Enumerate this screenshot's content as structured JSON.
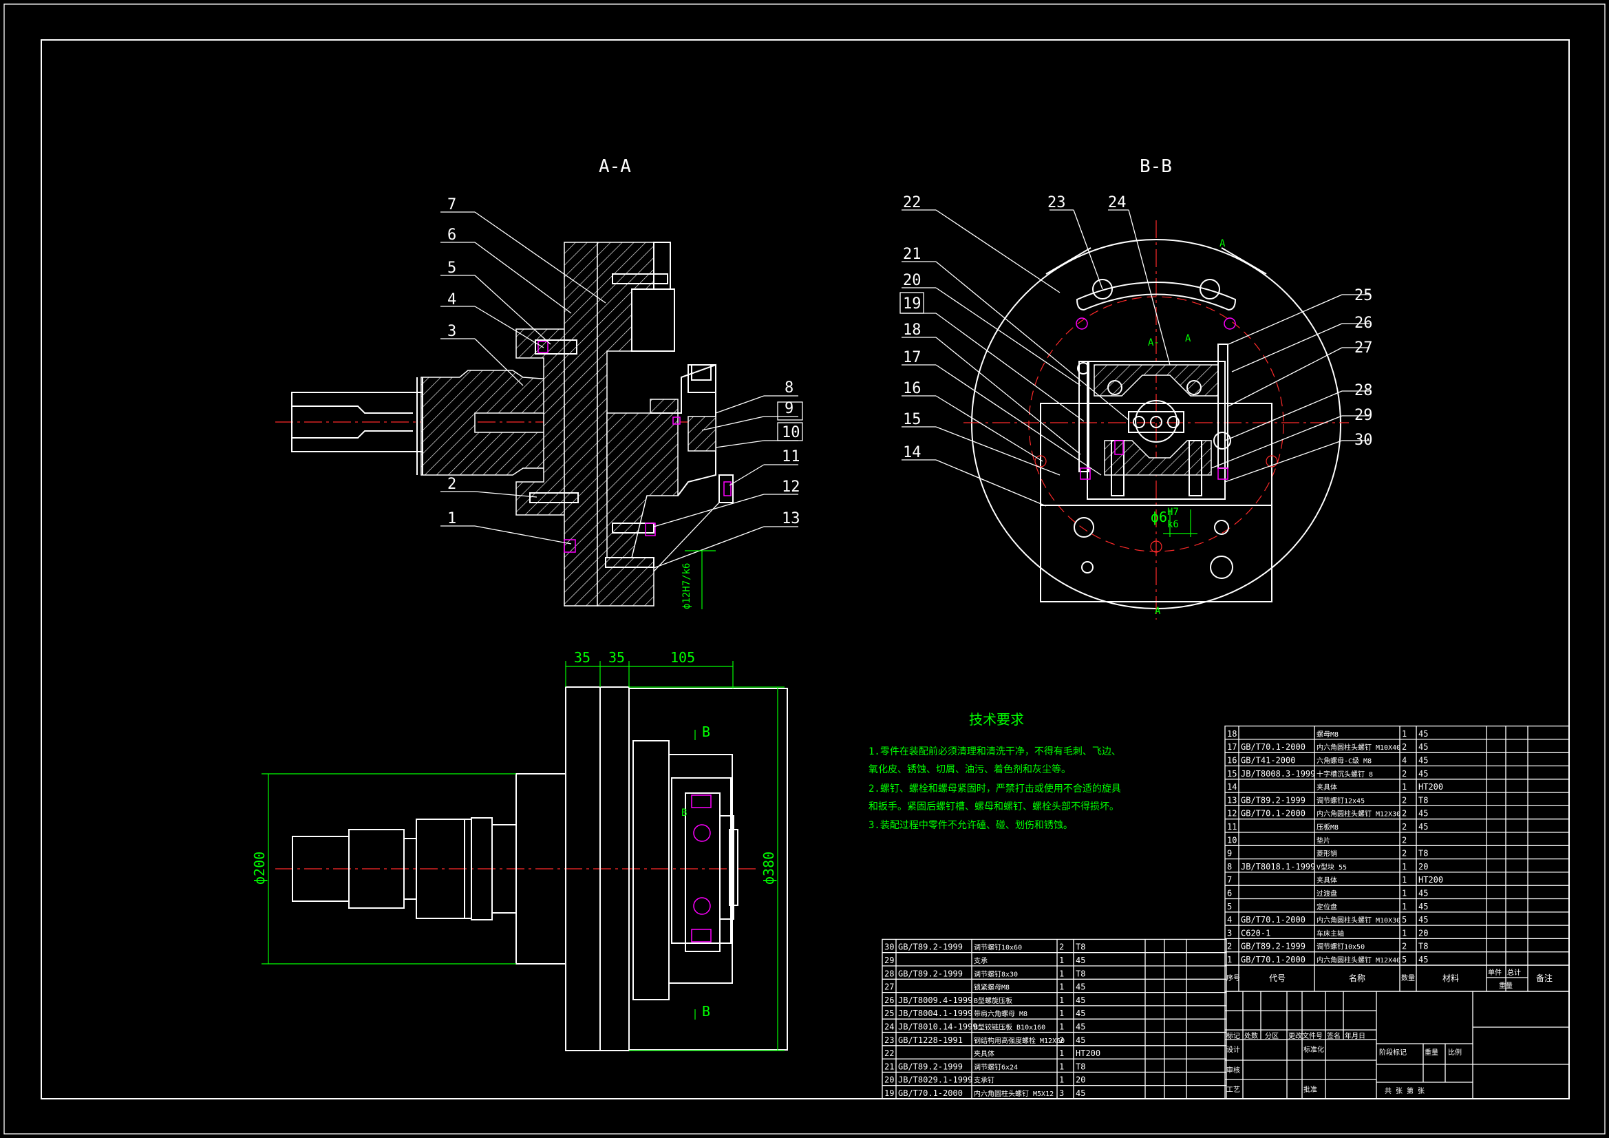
{
  "section_labels": {
    "aa": "A-A",
    "bb": "B-B"
  },
  "cut_marks": {
    "a1": "A",
    "a2": "A",
    "a3": "A-",
    "a4": "A",
    "b1": "B",
    "b2": "B",
    "b_inner": "B"
  },
  "balloons_aa": [
    "1",
    "2",
    "3",
    "4",
    "5",
    "6",
    "7",
    "8",
    "9",
    "10",
    "11",
    "12",
    "13"
  ],
  "balloons_bb": [
    "14",
    "15",
    "16",
    "17",
    "18",
    "19",
    "20",
    "21",
    "22",
    "23",
    "24",
    "25",
    "26",
    "27",
    "28",
    "29",
    "30"
  ],
  "dimensions": {
    "d35a": "35",
    "d35b": "35",
    "d105": "105",
    "d200": "ϕ200",
    "d380": "ϕ380",
    "fit_aa": "ϕ12H7/k6",
    "fit_bb_base": "ϕ6",
    "fit_bb_up": "H7",
    "fit_bb_low": "k6"
  },
  "tech_req": {
    "title": "技术要求",
    "lines": [
      "1.零件在装配前必须清理和清洗干净，不得有毛刺、飞边、",
      "氧化皮、锈蚀、切屑、油污、着色剂和灰尘等。",
      "2.螺钉、螺栓和螺母紧固时，严禁打击或使用不合适的旋具",
      "和扳手。紧固后螺钉槽、螺母和螺钉、螺栓头部不得损坏。",
      "3.装配过程中零件不允许磕、碰、划伤和锈蚀。"
    ]
  },
  "bom_left": [
    [
      "30",
      "GB/T89.2-1999",
      "调节螺钉10x60",
      "2",
      "T8"
    ],
    [
      "29",
      "",
      "支承",
      "1",
      "45"
    ],
    [
      "28",
      "GB/T89.2-1999",
      "调节螺钉8x30",
      "1",
      "T8"
    ],
    [
      "27",
      "",
      "锁紧螺母M8",
      "1",
      "45"
    ],
    [
      "26",
      "JB/T8009.4-1999",
      "B型螺旋压板",
      "1",
      "45"
    ],
    [
      "25",
      "JB/T8004.1-1999",
      "带肩六角螺母 M8",
      "1",
      "45"
    ],
    [
      "24",
      "JB/T8010.14-1999",
      "B型铰链压板 B10x160",
      "1",
      "45"
    ],
    [
      "23",
      "GB/T1228-1991",
      "钢结构用高强度螺栓 M12X60",
      "2",
      "45"
    ],
    [
      "22",
      "",
      "夹具体",
      "1",
      "HT200"
    ],
    [
      "21",
      "GB/T89.2-1999",
      "调节螺钉6x24",
      "1",
      "T8"
    ],
    [
      "20",
      "JB/T8029.1-1999",
      "支承钉",
      "1",
      "20"
    ],
    [
      "19",
      "GB/T70.1-2000",
      "内六角圆柱头螺钉 M5X12",
      "3",
      "45"
    ]
  ],
  "bom_right": [
    [
      "18",
      "",
      "螺母M8",
      "1",
      "45"
    ],
    [
      "17",
      "GB/T70.1-2000",
      "内六角圆柱头螺钉 M10X40",
      "2",
      "45"
    ],
    [
      "16",
      "GB/T41-2000",
      "六角螺母-C级 M8",
      "4",
      "45"
    ],
    [
      "15",
      "JB/T8008.3-1999",
      "十字槽沉头螺钉 8",
      "2",
      "45"
    ],
    [
      "14",
      "",
      "夹具体",
      "1",
      "HT200"
    ],
    [
      "13",
      "GB/T89.2-1999",
      "调节螺钉12x45",
      "2",
      "T8"
    ],
    [
      "12",
      "GB/T70.1-2000",
      "内六角圆柱头螺钉 M12X30",
      "2",
      "45"
    ],
    [
      "11",
      "",
      "压板M8",
      "2",
      "45"
    ],
    [
      "10",
      "",
      "垫片",
      "2",
      ""
    ],
    [
      "9",
      "",
      "菱形销",
      "2",
      "T8"
    ],
    [
      "8",
      "JB/T8018.1-1999",
      "V型块 55",
      "1",
      "20"
    ],
    [
      "7",
      "",
      "夹具体",
      "1",
      "HT200"
    ],
    [
      "6",
      "",
      "过渡盘",
      "1",
      "45"
    ],
    [
      "5",
      "",
      "定位盘",
      "1",
      "45"
    ],
    [
      "4",
      "GB/T70.1-2000",
      "内六角圆柱头螺钉 M10X30",
      "5",
      "45"
    ],
    [
      "3",
      "C620-1",
      "车床主轴",
      "1",
      "20"
    ],
    [
      "2",
      "GB/T89.2-1999",
      "调节螺钉10x50",
      "2",
      "T8"
    ],
    [
      "1",
      "GB/T70.1-2000",
      "内六角圆柱头螺钉 M12X40",
      "5",
      "45"
    ]
  ],
  "bom_header": {
    "seq": "序号",
    "code": "代号",
    "name": "名称",
    "qty": "数量",
    "material": "材料",
    "single": "单件",
    "total": "总计",
    "weight": "重量",
    "remark": "备注"
  },
  "title_block": {
    "mark": "标记",
    "count": "处数",
    "zone": "分区",
    "change": "更改文件号",
    "sign": "签名",
    "date": "年月日",
    "design": "设计",
    "standard": "标准化",
    "stage": "阶段标记",
    "weight": "重量",
    "scale": "比例",
    "review": "审核",
    "craft": "工艺",
    "approve": "批准",
    "sheet": "共 张 第 张"
  }
}
